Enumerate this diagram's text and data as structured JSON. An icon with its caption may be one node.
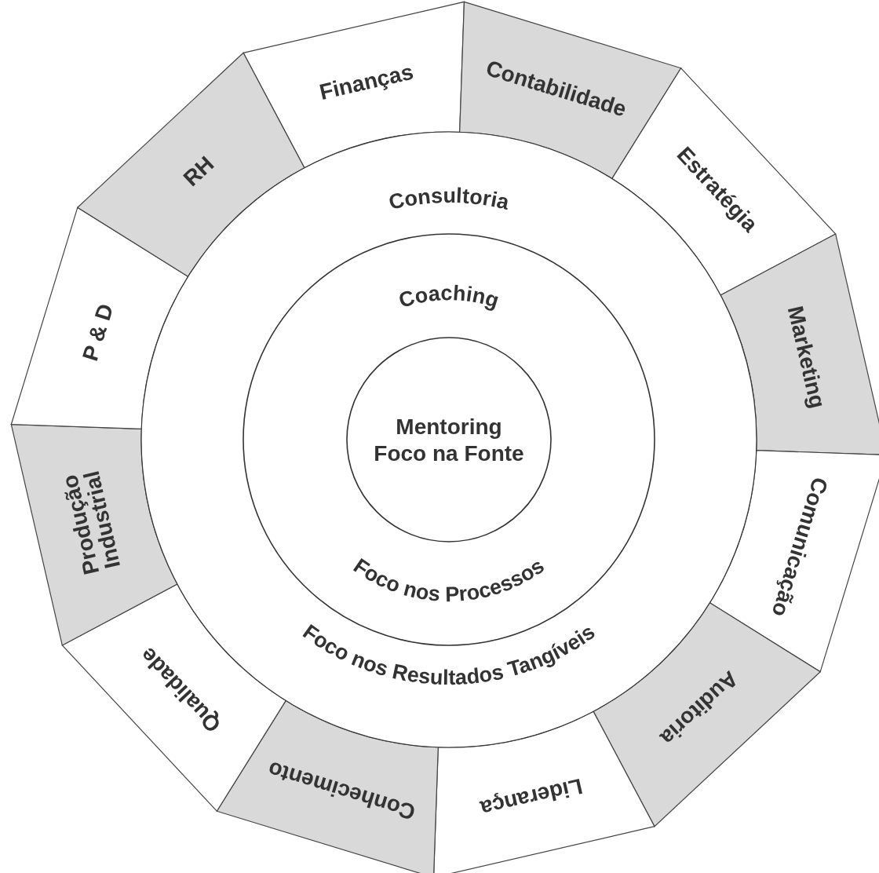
{
  "diagram": {
    "nodes": [
      {
        "text": [
          "Finanças"
        ]
      },
      {
        "text": [
          "Contabilidade"
        ]
      },
      {
        "text": [
          "Estratégia"
        ]
      },
      {
        "text": [
          "Marketing"
        ]
      },
      {
        "text": [
          "Comunicação"
        ]
      },
      {
        "text": [
          "Auditoria"
        ]
      },
      {
        "text": [
          "Liderança"
        ]
      },
      {
        "text": [
          "Conhecimento"
        ]
      },
      {
        "text": [
          "Qualidade"
        ]
      },
      {
        "text": [
          "Produção Industrial"
        ]
      },
      {
        "text": [
          "P & D"
        ]
      },
      {
        "text": [
          "RH"
        ]
      },
      {
        "text": [
          "Consultoria",
          "Foco nos Resultados Tangíveis"
        ]
      },
      {
        "text": [
          "Coaching",
          "Foco nos Processos"
        ],
        "in": 12
      },
      {
        "text": [
          "Mentoring",
          "Foco na Fonte"
        ],
        "in": 13
      }
    ]
  }
}
